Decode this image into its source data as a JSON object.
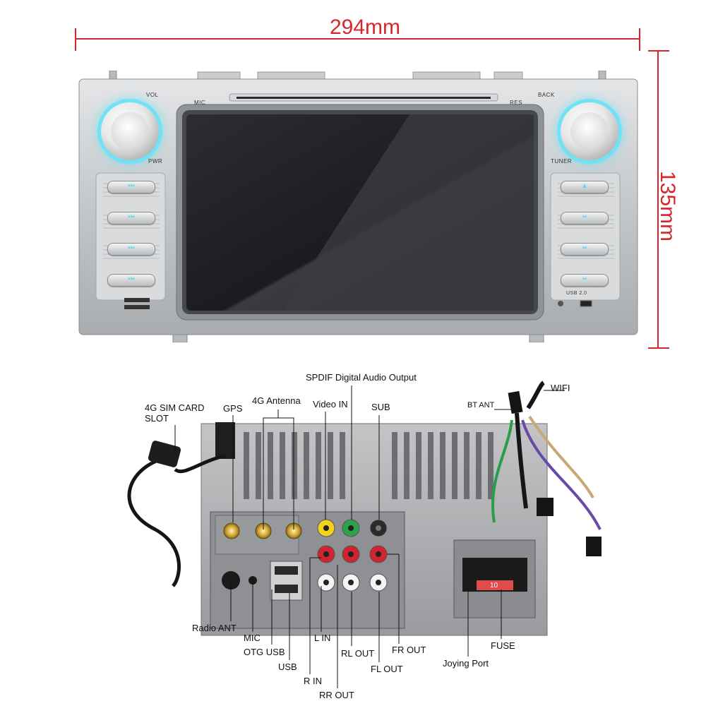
{
  "dimensions": {
    "width_label": "294mm",
    "height_label": "135mm"
  },
  "front_panel": {
    "vol": "VOL",
    "mic": "MIC",
    "res": "RES",
    "back": "BACK",
    "pwr": "PWR",
    "tuner": "TUNER",
    "usb": "USB 2.0"
  },
  "back_panel": {
    "labels": {
      "sim_slot": "4G SIM CARD\nSLOT",
      "gps": "GPS",
      "antenna_4g": "4G Antenna",
      "video_in": "Video IN",
      "spdif": "SPDIF Digital Audio Output",
      "sub": "SUB",
      "bt_ant": "BT ANT",
      "wifi": "WIFI",
      "radio_ant": "Radio ANT",
      "mic": "MIC",
      "otg_usb": "OTG USB",
      "usb": "USB",
      "r_in": "R IN",
      "l_in": "L IN",
      "rr_out": "RR OUT",
      "rl_out": "RL OUT",
      "fl_out": "FL OUT",
      "fr_out": "FR OUT",
      "joying_port": "Joying Port",
      "fuse": "FUSE"
    },
    "fuse_value": "10"
  },
  "colors": {
    "accent_glow": "#6fe2f5",
    "dimension_red": "#d7262b"
  }
}
